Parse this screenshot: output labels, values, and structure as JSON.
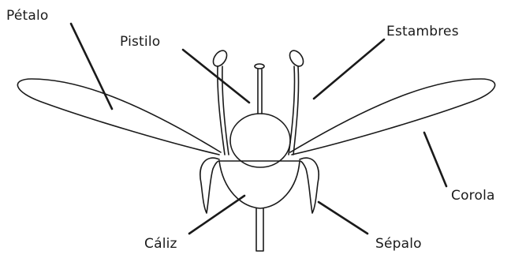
{
  "diagram": {
    "labels": {
      "petalo": "Pétalo",
      "pistilo": "Pistilo",
      "estambres": "Estambres",
      "corola": "Corola",
      "caliz": "Cáliz",
      "sepalo": "Sépalo"
    }
  }
}
